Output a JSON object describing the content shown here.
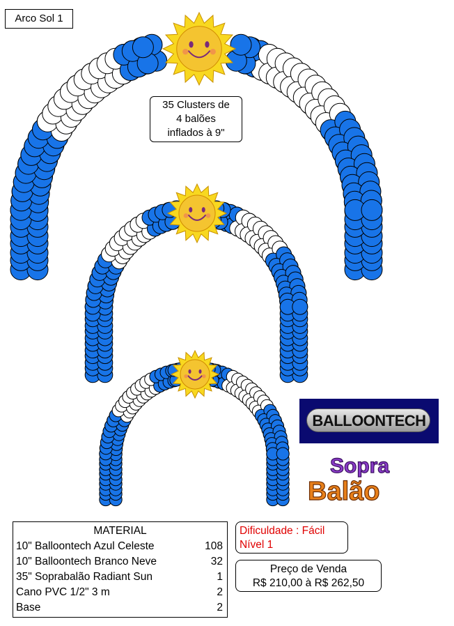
{
  "title": "Arco Sol 1",
  "clusters_note": [
    "35 Clusters de",
    "4 balões",
    "inflados à 9\""
  ],
  "logos": {
    "balloontech": "BALLOONTECH",
    "sopra_line1": "Sopra",
    "sopra_line2": "Balão"
  },
  "material": {
    "header": "MATERIAL",
    "items": [
      {
        "name": "10\" Balloontech Azul Celeste",
        "qty": "108"
      },
      {
        "name": "10\" Balloontech Branco Neve",
        "qty": "32"
      },
      {
        "name": "35\" Soprabalão Radiant Sun",
        "qty": "1"
      },
      {
        "name": "Cano PVC 1/2\" 3 m",
        "qty": "2"
      },
      {
        "name": "Base",
        "qty": "2"
      }
    ]
  },
  "difficulty": {
    "line1": "Dificuldade : Fácil",
    "line2": "Nível 1",
    "color": "#e00000"
  },
  "price": {
    "label": "Preço de Venda",
    "value": "R$ 210,00 à R$ 262,50"
  },
  "colors": {
    "blue_balloon": "#1874e8",
    "white_balloon": "#ffffff",
    "sun_yellow": "#f8d820",
    "logo_navy": "#0a0a70"
  },
  "icons": [
    "sun-balloon-icon"
  ]
}
